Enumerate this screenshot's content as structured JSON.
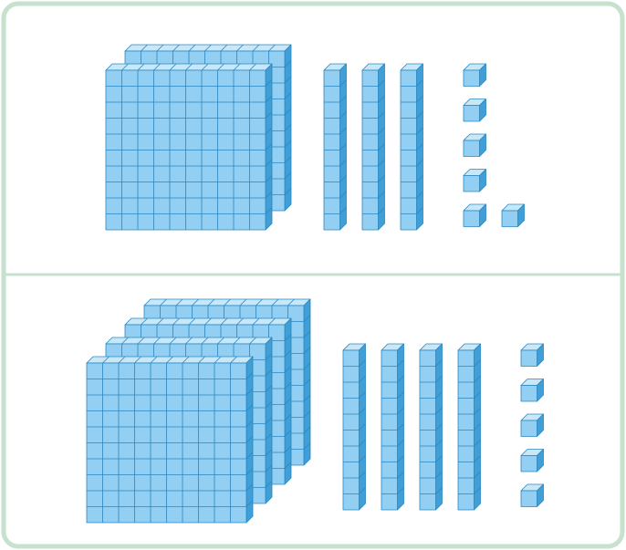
{
  "colors": {
    "frame_border": "#c6e2ce",
    "divider": "#c6e2ce",
    "block_front": "#92cff2",
    "block_top": "#c8e8fa",
    "block_side": "#3f9fd6",
    "block_stroke": "#2b86c0",
    "background": "#ffffff"
  },
  "panels": [
    {
      "name": "top-panel",
      "hundreds": 2,
      "tens": 3,
      "ones": 6
    },
    {
      "name": "bottom-panel",
      "hundreds": 4,
      "tens": 4,
      "ones": 5
    }
  ]
}
